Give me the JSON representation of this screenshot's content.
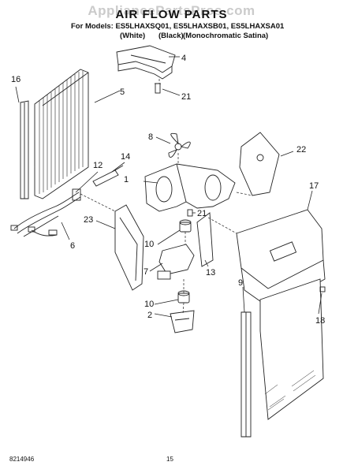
{
  "watermark": "AppliancePartsPros.com",
  "title": "AIR FLOW PARTS",
  "models_line": "For Models: ES5LHAXSQ01, ES5LHAXSB01, ES5LHAXSA01",
  "variants": [
    "(White)",
    "(Black)",
    "(Monochromatic Satina)"
  ],
  "callouts": [
    "1",
    "2",
    "4",
    "5",
    "6",
    "7",
    "8",
    "9",
    "10",
    "10",
    "12",
    "13",
    "14",
    "16",
    "17",
    "18",
    "21",
    "21",
    "22",
    "23"
  ],
  "footer": {
    "doc_number": "8214946",
    "page_number": "15"
  }
}
